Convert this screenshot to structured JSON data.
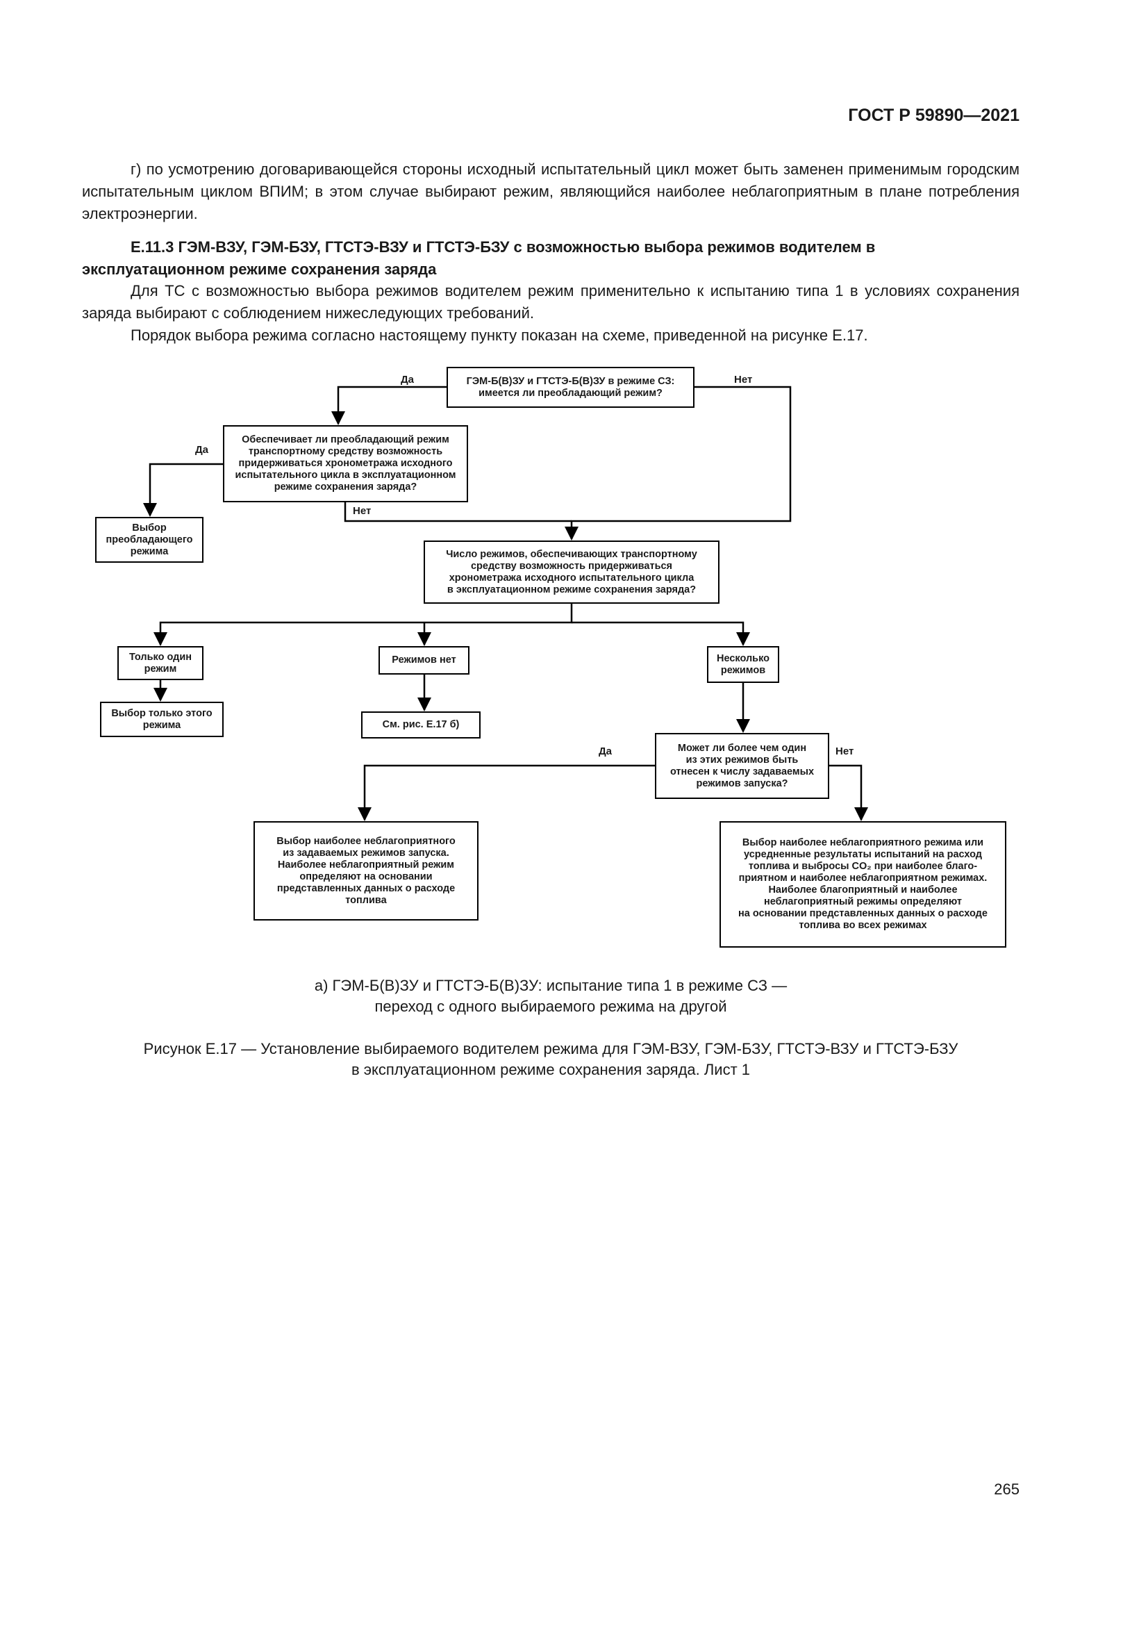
{
  "header": {
    "standard": "ГОСТ Р 59890—2021"
  },
  "body": {
    "para_g": "г) по усмотрению договаривающейся стороны исходный испытательный цикл может быть заменен применимым городским испытательным циклом ВПИМ; в этом случае выбирают режим, являющийся наиболее неблагоприятным в плане потребления электроэнергии.",
    "heading": "Е.11.3 ГЭМ-ВЗУ, ГЭМ-БЗУ, ГТСТЭ-ВЗУ и ГТСТЭ-БЗУ с возможностью выбора режимов водителем в эксплуатационном режиме сохранения заряда",
    "para_1": "Для ТС с возможностью выбора режимов водителем режим применительно к испытанию типа 1 в условиях сохранения заряда выбирают с соблюдением нижеследующих требований.",
    "para_2": "Порядок выбора режима согласно настоящему пункту показан на схеме, приведенной на рисунке Е.17."
  },
  "flowchart": {
    "q1": "ГЭМ-Б(В)ЗУ и ГТСТЭ-Б(В)ЗУ в режиме СЗ:\nимеется ли преобладающий режим?",
    "q1_yes": "Да",
    "q1_no": "Нет",
    "q2": "Обеспечивает ли преобладающий режим\nтранспортному средству возможность\nпридерживаться хронометража исходного\nиспытательного цикла в эксплуатационном\nрежиме сохранения заряда?",
    "q2_yes": "Да",
    "q2_no": "Нет",
    "r_dominant": "Выбор\nпреобладающего\nрежима",
    "q3": "Число режимов, обеспечивающих транспортному\nсредству возможность придерживаться\nхронометража исходного испытательного цикла\nв эксплуатационном режиме сохранения заряда?",
    "one_mode": "Только один\nрежим",
    "r_one": "Выбор только этого\nрежима",
    "no_modes": "Режимов нет",
    "r_none": "См. рис. Е.17 б)",
    "several": "Несколько\nрежимов",
    "q4": "Может ли более чем один\nиз этих режимов быть\nотнесен к числу задаваемых\nрежимов запуска?",
    "q4_yes": "Да",
    "q4_no": "Нет",
    "r_yes": "Выбор наиболее неблагоприятного\nиз задаваемых режимов запуска.\nНаиболее неблагоприятный режим\nопределяют на основании\nпредставленных данных о расходе\nтоплива",
    "r_no": "Выбор наиболее неблагоприятного режима или\nусредненные результаты испытаний на расход\nтоплива и выбросы CO₂ при наиболее благо-\nприятном и наиболее неблагоприятном режимах.\nНаиболее благоприятный и наиболее\nнеблагоприятный режимы определяют\nна основании представленных данных о расходе\nтоплива во всех режимах"
  },
  "captions": {
    "sub_a_line1": "а) ГЭМ-Б(В)ЗУ и ГТСТЭ-Б(В)ЗУ: испытание типа 1 в режиме СЗ —",
    "sub_a_line2": "переход с одного выбираемого режима на другой",
    "figure_line1": "Рисунок Е.17 — Установление выбираемого водителем режима для ГЭМ-ВЗУ, ГЭМ-БЗУ, ГТСТЭ-ВЗУ и ГТСТЭ-БЗУ",
    "figure_line2": "в эксплуатационном режиме сохранения заряда. Лист 1"
  },
  "page_number": "265"
}
